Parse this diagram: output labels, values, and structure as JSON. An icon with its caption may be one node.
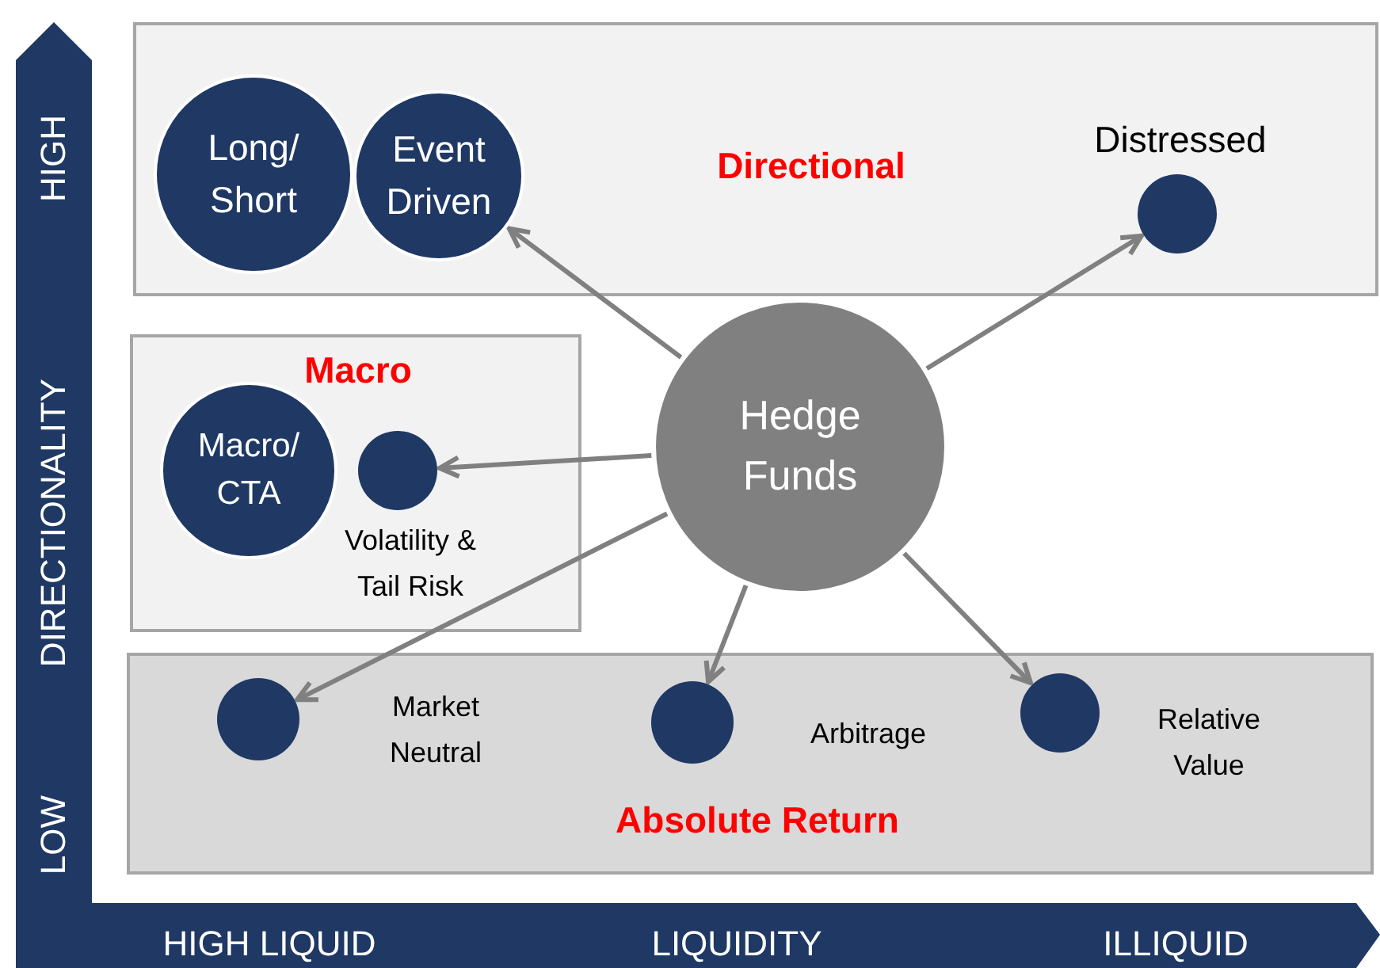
{
  "diagram": {
    "nodes": [
      {
        "text": [
          "Directional"
        ]
      },
      {
        "text": [
          "Long/ Short"
        ],
        "in": 0
      },
      {
        "text": [
          "Event Driven"
        ],
        "in": 0
      },
      {
        "text": [
          "Distressed"
        ],
        "in": 0
      },
      {
        "text": [
          "Macro"
        ]
      },
      {
        "text": [
          "Macro/ CTA"
        ],
        "in": 4
      },
      {
        "text": [
          "Volatility & Tail Risk"
        ],
        "in": 4
      },
      {
        "text": [
          "Absolute Return"
        ]
      },
      {
        "text": [
          "Market Neutral"
        ],
        "in": 7
      },
      {
        "text": [
          "Arbitrage"
        ],
        "in": 7
      },
      {
        "text": [
          "Relative Value"
        ],
        "in": 7
      },
      {
        "text": [
          "Hedge Funds"
        ]
      }
    ],
    "edges": [
      {
        "from": 11,
        "to": 2,
        "arrow": "to"
      },
      {
        "from": 11,
        "to": 3,
        "arrow": "to"
      },
      {
        "from": 11,
        "to": 6,
        "arrow": "to"
      },
      {
        "from": 11,
        "to": 8,
        "arrow": "to"
      },
      {
        "from": 11,
        "to": 9,
        "arrow": "to"
      },
      {
        "from": 11,
        "to": 10,
        "arrow": "to"
      }
    ],
    "labels": [
      "HIGH",
      "DIRECTIONALITY",
      "LOW",
      "HIGH LIQUID",
      "LIQUIDITY",
      "ILLIQUID"
    ]
  }
}
